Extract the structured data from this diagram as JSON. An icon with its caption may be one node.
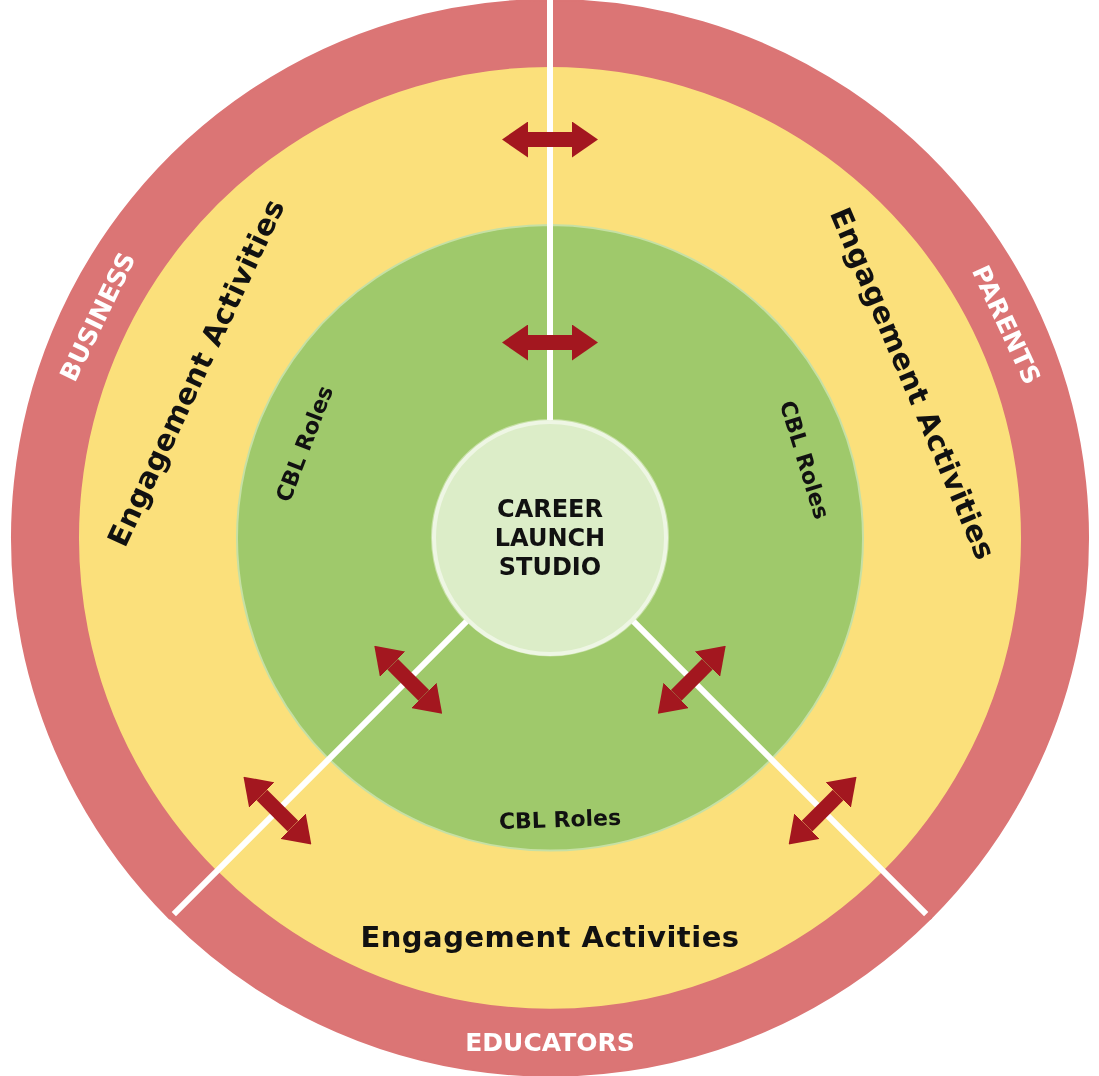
{
  "diagram": {
    "nodes": [
      {
        "text": [
          "CAREER LAUNCH STUDIO"
        ]
      },
      {
        "text": [
          "CBL Roles"
        ]
      },
      {
        "text": [
          "CBL Roles"
        ]
      },
      {
        "text": [
          "CBL Roles"
        ]
      },
      {
        "text": [
          "Engagement Activities"
        ]
      },
      {
        "text": [
          "Engagement Activities"
        ]
      },
      {
        "text": [
          "Engagement Activities"
        ]
      },
      {
        "text": [
          "BUSINESS"
        ]
      },
      {
        "text": [
          "PARENTS"
        ]
      },
      {
        "text": [
          "EDUCATORS"
        ]
      }
    ],
    "edges": [
      {
        "from": 1,
        "to": 2,
        "arrow": "both"
      },
      {
        "from": 1,
        "to": 3,
        "arrow": "both"
      },
      {
        "from": 2,
        "to": 3,
        "arrow": "both"
      },
      {
        "from": 4,
        "to": 5,
        "arrow": "both"
      },
      {
        "from": 4,
        "to": 6,
        "arrow": "both"
      },
      {
        "from": 5,
        "to": 6,
        "arrow": "both"
      }
    ]
  }
}
